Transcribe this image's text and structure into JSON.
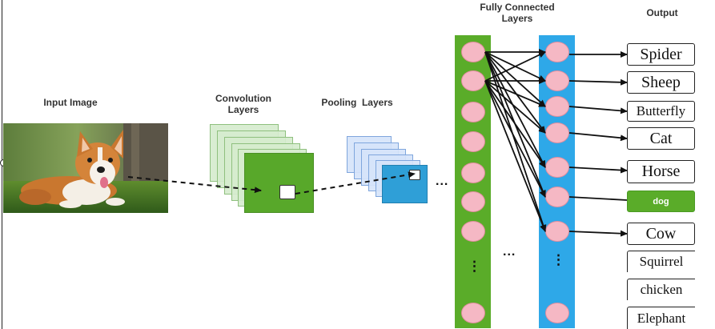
{
  "labels": {
    "input_image": "Input Image",
    "convolution_line1": "Convolution",
    "convolution_line2": "Layers",
    "pooling": "Pooling  Layers",
    "fully_connected_line1": "Fully Connected",
    "fully_connected_line2": "Layers",
    "output": "Output"
  },
  "continuation": {
    "horizontal": "...",
    "vertical": "⋮"
  },
  "outputs": [
    "Spider",
    "Sheep",
    "Butterfly",
    "Cat",
    "Horse",
    "dog",
    "Cow",
    "Squirrel",
    "chicken",
    "Elephant"
  ],
  "highlighted_output": "dog",
  "colors": {
    "conv_layer": "#58a82a",
    "pool_layer": "#2f9fd7",
    "fc_green_column": "#5aac29",
    "fc_blue_column": "#2ea8e8",
    "neuron": "#f5b8c4",
    "highlight": "#5aac29"
  },
  "icons": {
    "input": "corgi-dog-photo"
  }
}
